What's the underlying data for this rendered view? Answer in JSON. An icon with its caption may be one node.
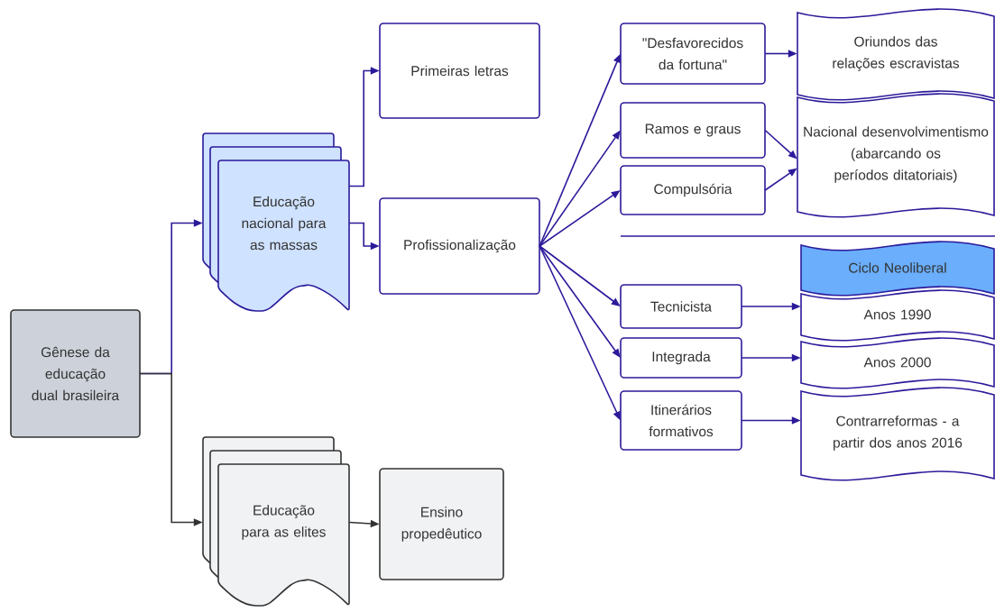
{
  "diagram": {
    "nodes": [
      {
        "text": [
          "Gênese da educação dual brasileira"
        ]
      },
      {
        "text": [
          "Educação nacional para as massas"
        ]
      },
      {
        "text": [
          "Educação para as elites"
        ]
      },
      {
        "text": [
          "Primeiras letras"
        ]
      },
      {
        "text": [
          "Profissionalização"
        ]
      },
      {
        "text": [
          "Ensino propedêutico"
        ]
      },
      {
        "text": [
          "\"Desfavorecidos da fortuna\""
        ]
      },
      {
        "text": [
          "Ramos e graus"
        ]
      },
      {
        "text": [
          "Compulsória"
        ]
      },
      {
        "text": [
          "Tecnicista"
        ]
      },
      {
        "text": [
          "Integrada"
        ]
      },
      {
        "text": [
          "Itinerários formativos"
        ]
      },
      {
        "text": [
          "Oriundos das relações escravistas"
        ]
      },
      {
        "text": [
          "Nacional desenvolvimentismo (abarcando os períodos ditatoriais)"
        ]
      },
      {
        "text": [
          "Ciclo Neoliberal"
        ]
      },
      {
        "text": [
          "Anos 1990"
        ]
      },
      {
        "text": [
          "Anos 2000"
        ]
      },
      {
        "text": [
          "Contrarreformas - a partir dos anos 2016"
        ]
      }
    ],
    "edges": [
      {
        "from": 0,
        "to": 1,
        "arrow": "to"
      },
      {
        "from": 0,
        "to": 2,
        "arrow": "to",
        "color": "#333333"
      },
      {
        "from": 1,
        "to": 3,
        "arrow": "to"
      },
      {
        "from": 1,
        "to": 4,
        "arrow": "to"
      },
      {
        "from": 2,
        "to": 5,
        "arrow": "to",
        "color": "#333333"
      },
      {
        "from": 4,
        "to": 6,
        "arrow": "to"
      },
      {
        "from": 4,
        "to": 7,
        "arrow": "to"
      },
      {
        "from": 4,
        "to": 8,
        "arrow": "to"
      },
      {
        "from": 4,
        "to": 9,
        "arrow": "to"
      },
      {
        "from": 4,
        "to": 10,
        "arrow": "to"
      },
      {
        "from": 4,
        "to": 11,
        "arrow": "to"
      },
      {
        "from": 6,
        "to": 12,
        "arrow": "to"
      },
      {
        "from": 7,
        "to": 13,
        "arrow": "to"
      },
      {
        "from": 8,
        "to": 13,
        "arrow": "to"
      },
      {
        "from": 9,
        "to": 15,
        "arrow": "to"
      },
      {
        "from": 10,
        "to": 16,
        "arrow": "to"
      },
      {
        "from": 11,
        "to": 17,
        "arrow": "to"
      }
    ]
  }
}
